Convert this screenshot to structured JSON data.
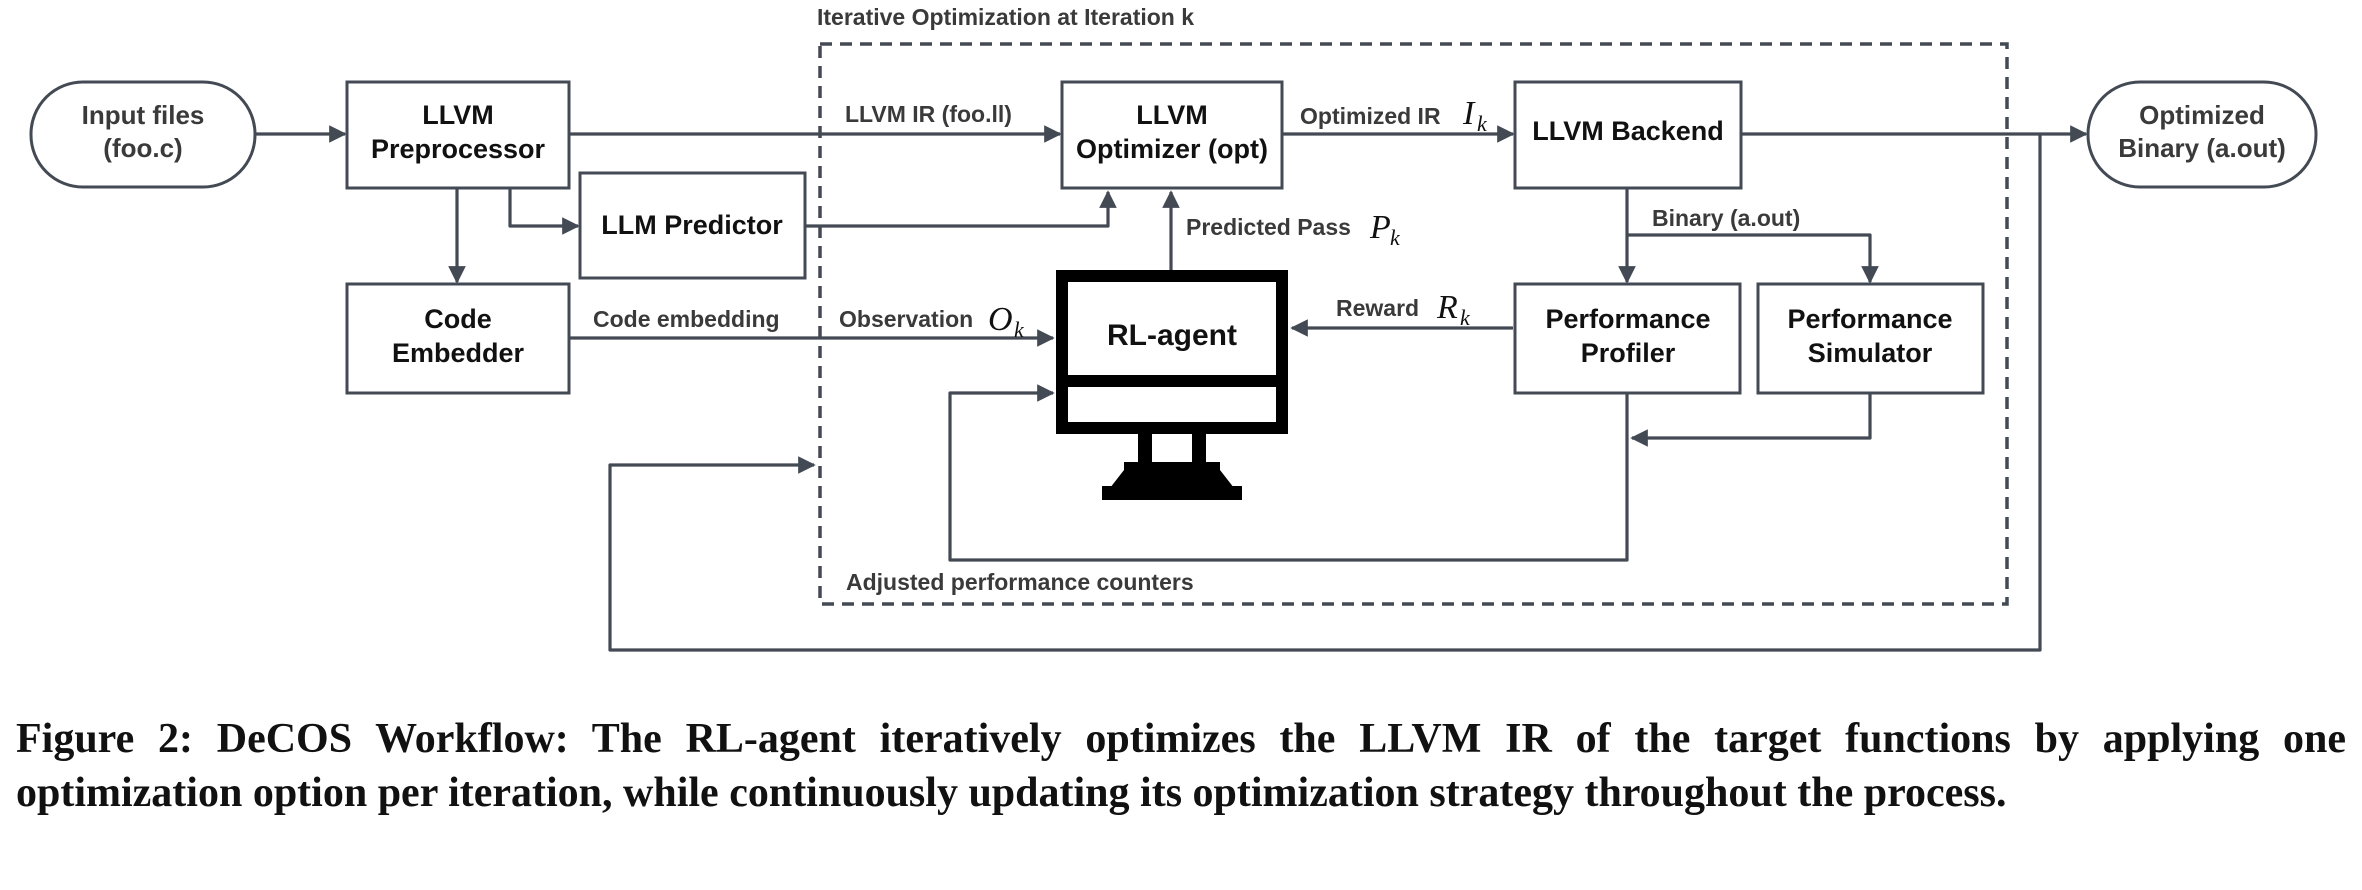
{
  "region_title": "Iterative Optimization at Iteration k",
  "nodes": {
    "input_files": [
      "Input files",
      "(foo.c)"
    ],
    "preprocessor": [
      "LLVM",
      "Preprocessor"
    ],
    "llm_predictor": "LLM Predictor",
    "code_embedder": [
      "Code",
      "Embedder"
    ],
    "optimizer": [
      "LLVM",
      "Optimizer (opt)"
    ],
    "backend": "LLVM Backend",
    "rl_agent": "RL-agent",
    "profiler": [
      "Performance",
      "Profiler"
    ],
    "simulator": [
      "Performance",
      "Simulator"
    ],
    "output": [
      "Optimized",
      "Binary (a.out)"
    ]
  },
  "edges": {
    "llvm_ir": "LLVM IR (foo.ll)",
    "optimized_ir": "Optimized IR",
    "optimized_ir_sym": "I",
    "optimized_ir_sub": "k",
    "predicted_pass": "Predicted Pass",
    "predicted_pass_sym": "P",
    "predicted_pass_sub": "k",
    "binary": "Binary (a.out)",
    "reward": "Reward",
    "reward_sym": "R",
    "reward_sub": "k",
    "code_embedding": "Code embedding",
    "observation": "Observation",
    "observation_sym": "O",
    "observation_sub": "k",
    "adjusted_counters": "Adjusted performance counters"
  },
  "caption": "Figure 2: DeCOS Workflow: The RL-agent iteratively optimizes the LLVM IR of the target functions by applying one optimization option per iteration, while continuously updating its optimization strategy throughout the process."
}
